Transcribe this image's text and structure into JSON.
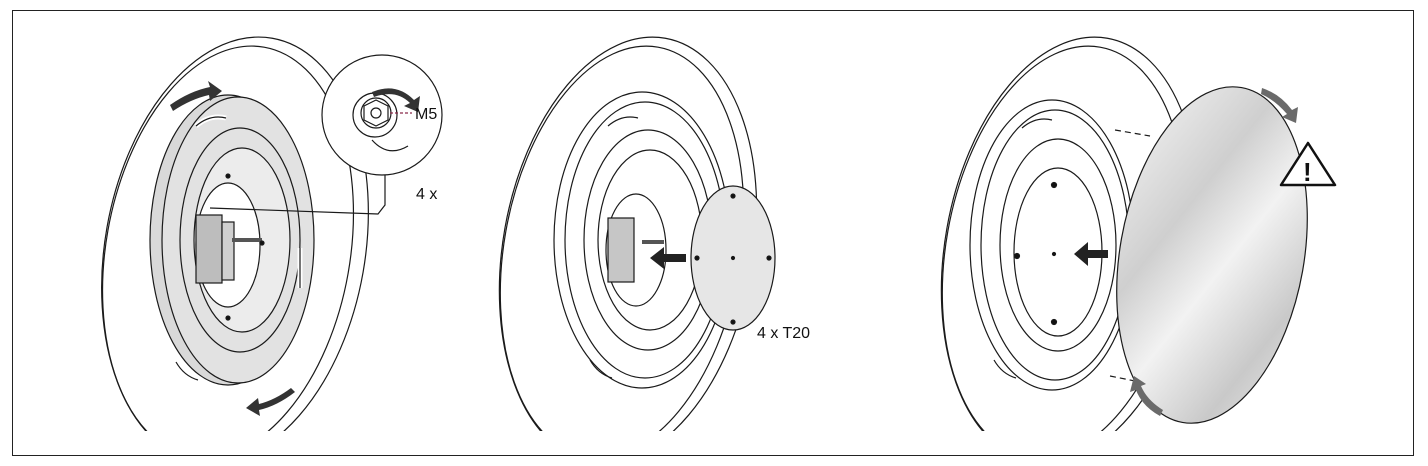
{
  "step1": {
    "callout_label": "M5",
    "quantity_label": "4 x"
  },
  "step2": {
    "screw_label": "4 x T20"
  },
  "step3": {
    "warning_symbol": "!"
  },
  "icons": [
    "rotate-arrow-icon",
    "push-arrow-icon",
    "warning-triangle-icon"
  ],
  "colors": {
    "line": "#1a1a1a",
    "plate_fill": "#d9d9d9",
    "mirror_fill": "#e6e6e6",
    "arrow_fill": "#333333"
  }
}
